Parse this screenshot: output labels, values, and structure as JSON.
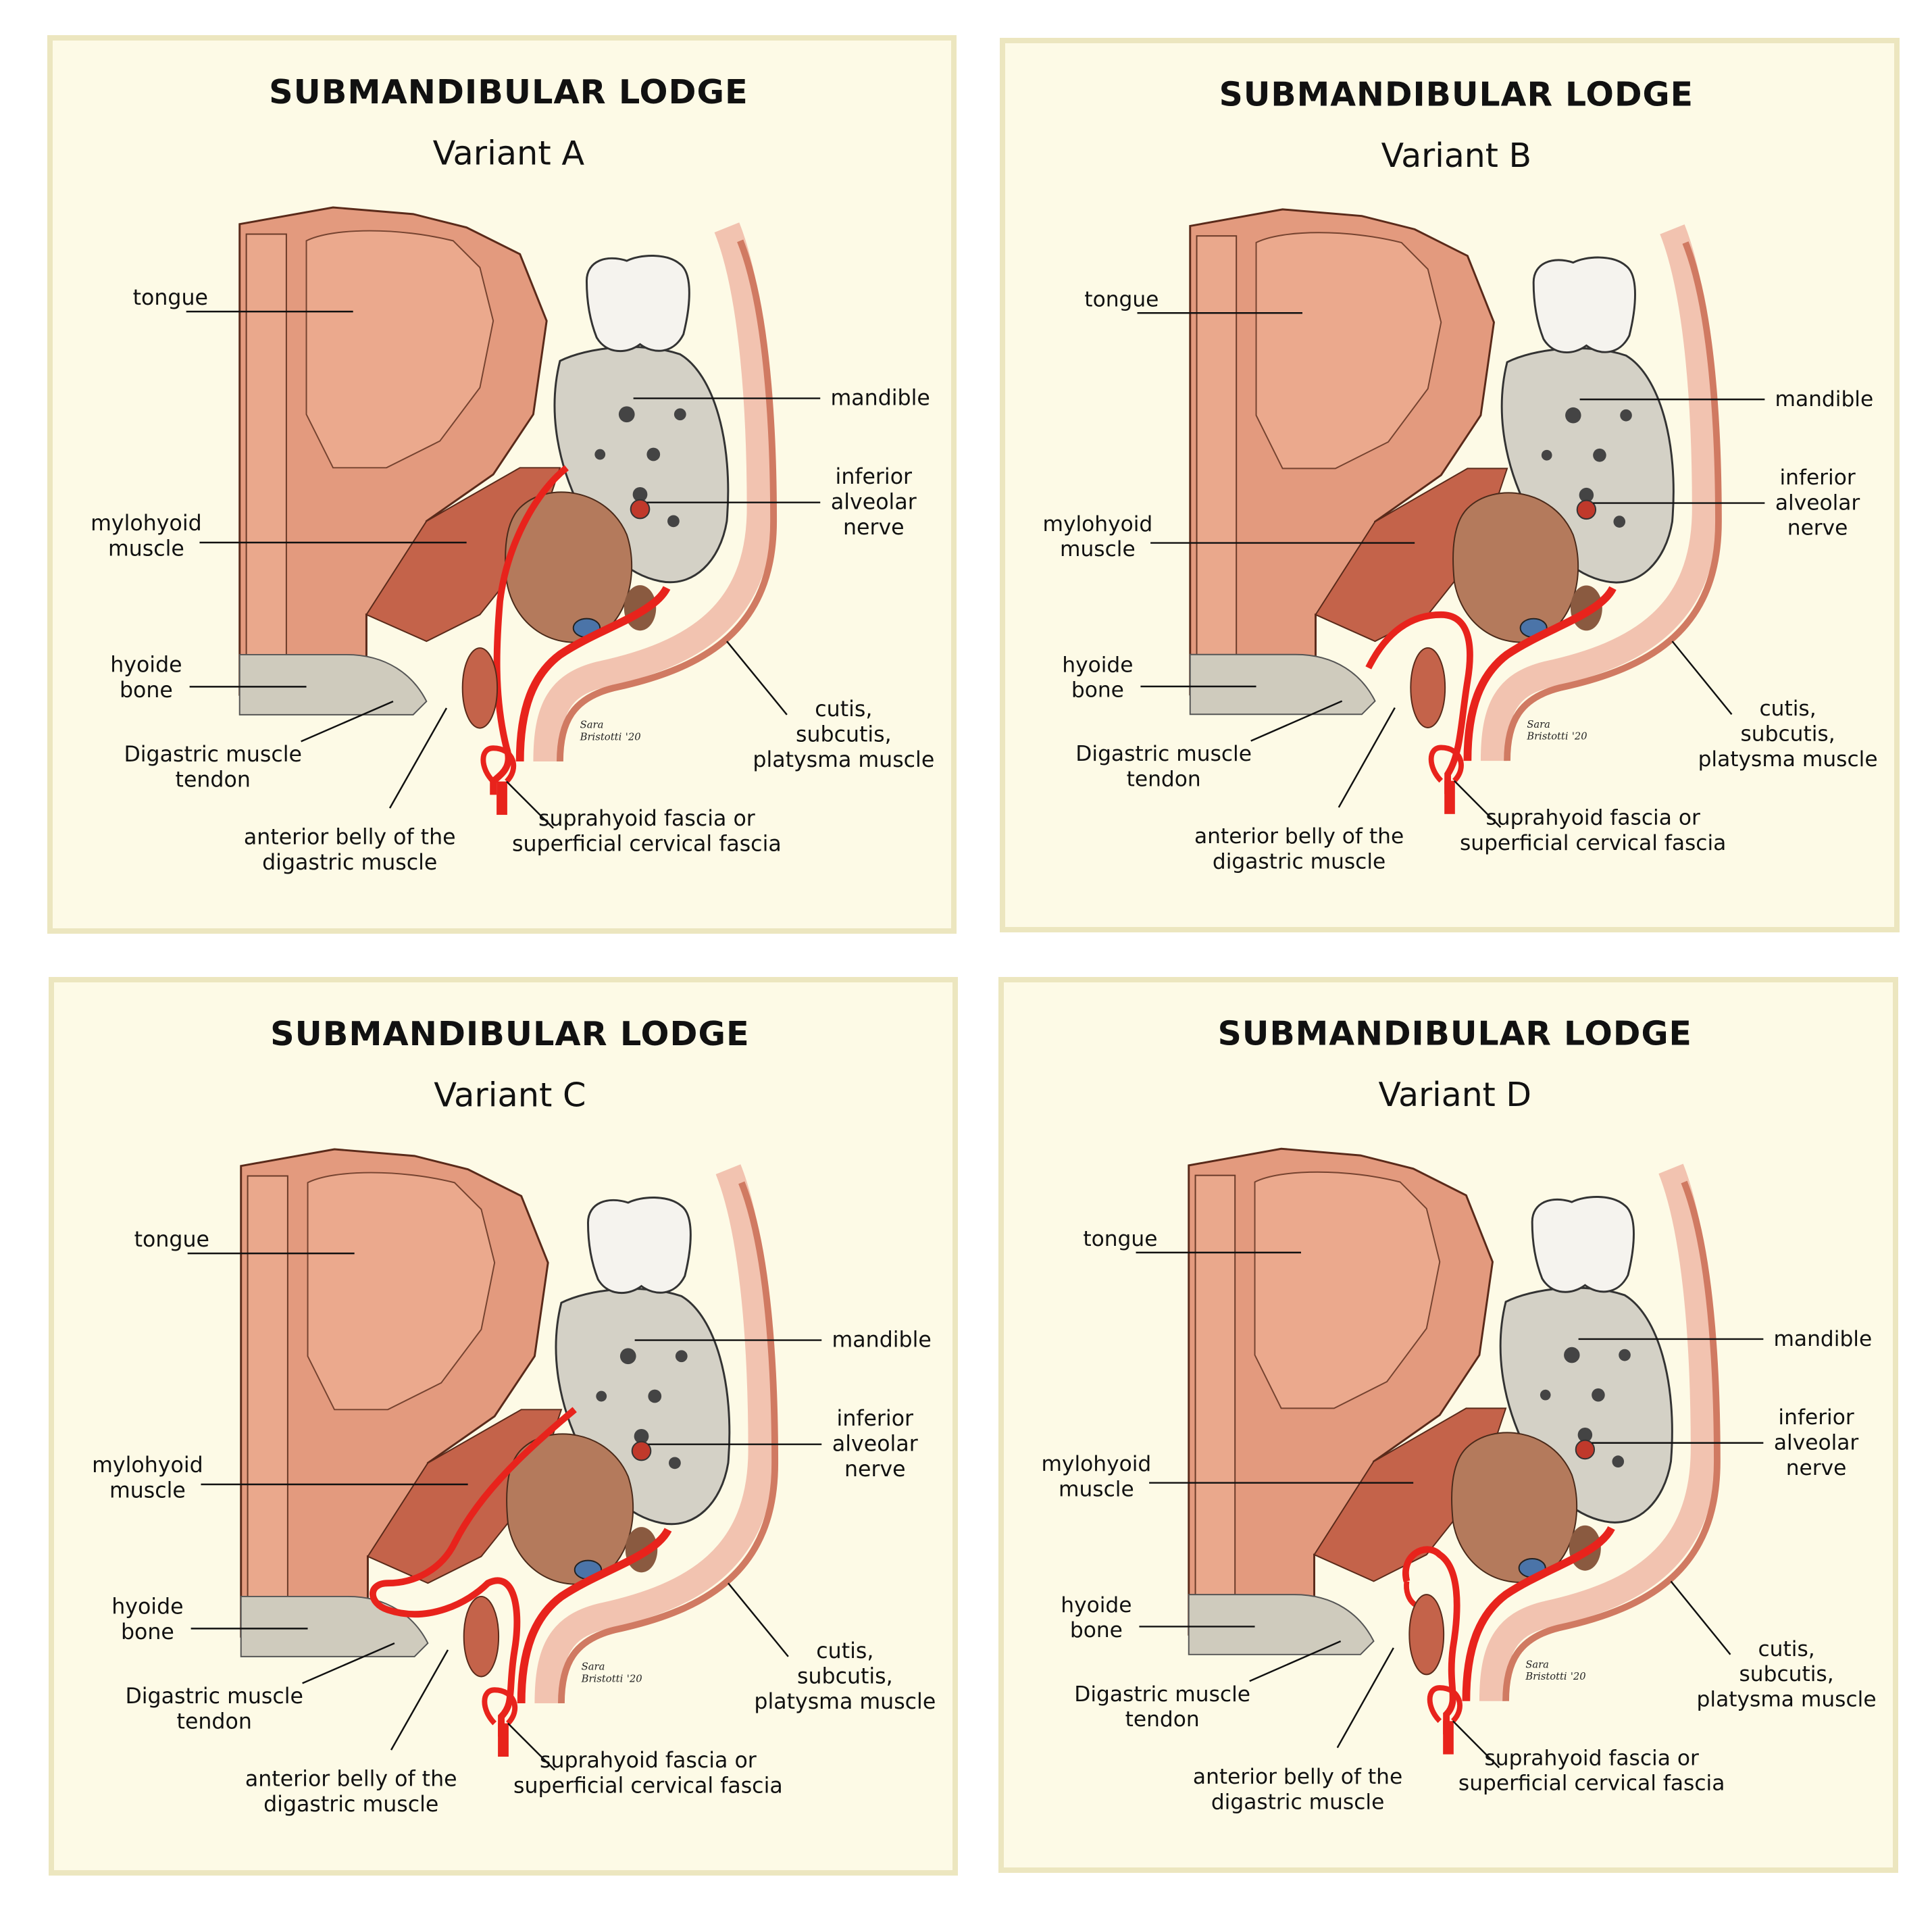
{
  "panels": [
    {
      "id": "a",
      "title": "SUBMANDIBULAR LODGE",
      "variant": "Variant A"
    },
    {
      "id": "b",
      "title": "SUBMANDIBULAR LODGE",
      "variant": "Variant B"
    },
    {
      "id": "c",
      "title": "SUBMANDIBULAR LODGE",
      "variant": "Variant C"
    },
    {
      "id": "d",
      "title": "SUBMANDIBULAR LODGE",
      "variant": "Variant D"
    }
  ],
  "labels": {
    "tongue": "tongue",
    "mylohyoid_1": "mylohyoid",
    "mylohyoid_2": "muscle",
    "hyoide_1": "hyoide",
    "hyoide_2": "bone",
    "digastric_tendon_1": "Digastric muscle",
    "digastric_tendon_2": "tendon",
    "anterior_belly_1": "anterior belly of the",
    "anterior_belly_2": "digastric muscle",
    "suprahyoid_1": "suprahyoid fascia or",
    "suprahyoid_2": "superficial cervical fascia",
    "cutis_1": "cutis,",
    "cutis_2": "subcutis,",
    "cutis_3": "platysma muscle",
    "mandible": "mandible",
    "ian_1": "inferior",
    "ian_2": "alveolar",
    "ian_3": "nerve"
  },
  "signature": {
    "name": "Sara",
    "surname": "Bristotti",
    "year": "'20"
  },
  "colors": {
    "background": "#fdfae6",
    "border": "#ece6bf",
    "muscle": "#e39a7e",
    "fascia_red": "#e8231c",
    "bone": "#d4d1c6",
    "tooth": "#f5f3ee",
    "gland": "#b47a5c",
    "skin": "#f2c3b0"
  }
}
